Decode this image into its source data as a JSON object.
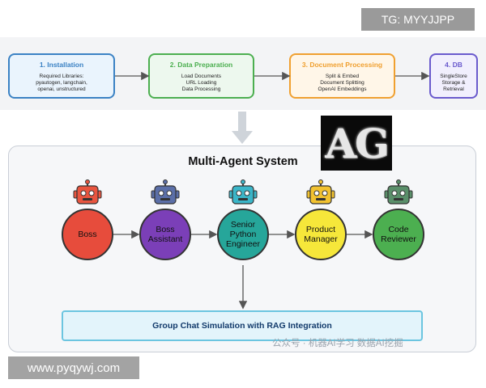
{
  "badges": {
    "top_right": "TG: MYYJJPP",
    "bottom_left": "www.pyqywj.com"
  },
  "steps": [
    {
      "title": "1. Installation",
      "lines": [
        "Required Libraries:",
        "pyautogen, langchain,",
        "openai, unstructured"
      ],
      "color": "#3b82c4",
      "fill": "#eaf4fd"
    },
    {
      "title": "2. Data Preparation",
      "lines": [
        "Load Documents",
        "URL Loading",
        "Data Processing"
      ],
      "color": "#4caf50",
      "fill": "#edf8ee"
    },
    {
      "title": "3. Document Processing",
      "lines": [
        "Split & Embed",
        "Document Splitting",
        "OpenAI Embeddings"
      ],
      "color": "#f0a030",
      "fill": "#fff6e8"
    },
    {
      "title": "4. DB",
      "lines": [
        "SingleStore",
        "Storage &",
        "Retrieval"
      ],
      "color": "#6a5acd",
      "fill": "#f1effd"
    }
  ],
  "system": {
    "title": "Multi-Agent System",
    "logo_text": "AG"
  },
  "agents": [
    {
      "label": "Boss",
      "fill": "#e74c3c",
      "robot_color": "#e8553f"
    },
    {
      "label": "Boss\nAssistant",
      "fill": "#7b3fb8",
      "robot_color": "#5b6fa8"
    },
    {
      "label": "Senior\nPython\nEngineer",
      "fill": "#26a69a",
      "robot_color": "#3bb6c9"
    },
    {
      "label": "Product\nManager",
      "fill": "#f6e73a",
      "robot_color": "#f2c230"
    },
    {
      "label": "Code\nReviewer",
      "fill": "#4caf50",
      "robot_color": "#5a8f6a"
    }
  ],
  "group_chat": {
    "label": "Group Chat Simulation with RAG Integration"
  },
  "watermark": {
    "text": "公众号 · 机器AI学习 数据AI挖掘"
  }
}
